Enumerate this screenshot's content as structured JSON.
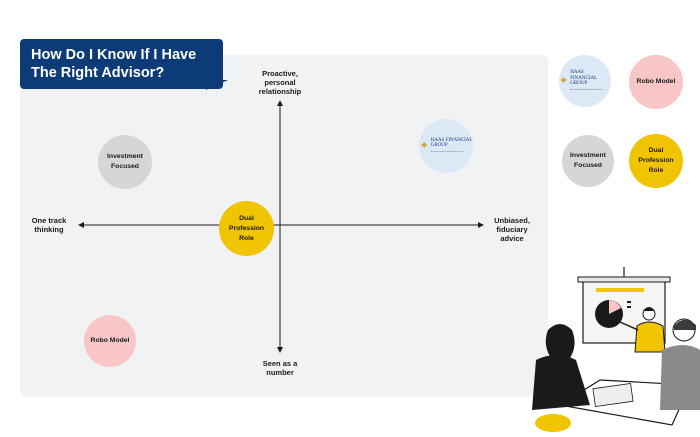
{
  "title": "How Do I Know If I Have The Right Advisor?",
  "axes": {
    "top": [
      "Proactive,",
      "personal",
      "relationship"
    ],
    "bottom": [
      "Seen as a",
      "number"
    ],
    "left": [
      "One track",
      "thinking"
    ],
    "right": [
      "Unbiased,",
      "fiduciary",
      "advice"
    ]
  },
  "plotted": [
    {
      "id": "investment",
      "label": [
        "Investment",
        "Focused"
      ],
      "color": "#d6d6d6"
    },
    {
      "id": "dual",
      "label": [
        "Dual",
        "Profession",
        "Role"
      ],
      "color": "#f0c400"
    },
    {
      "id": "robo",
      "label": [
        "Robo Model"
      ],
      "color": "#f9c6c8"
    },
    {
      "id": "haas",
      "label": [],
      "color": "#dde8f7"
    }
  ],
  "legend": [
    {
      "id": "haas",
      "label": []
    },
    {
      "id": "robo",
      "label": [
        "Robo Model"
      ]
    },
    {
      "id": "investment",
      "label": [
        "Investment",
        "Focused"
      ]
    },
    {
      "id": "dual",
      "label": [
        "Dual",
        "Profession",
        "Role"
      ]
    }
  ],
  "logo": {
    "line1": "HAAS FINANCIAL",
    "line2": "GROUP",
    "tagline": "Investment & Financial Services"
  }
}
